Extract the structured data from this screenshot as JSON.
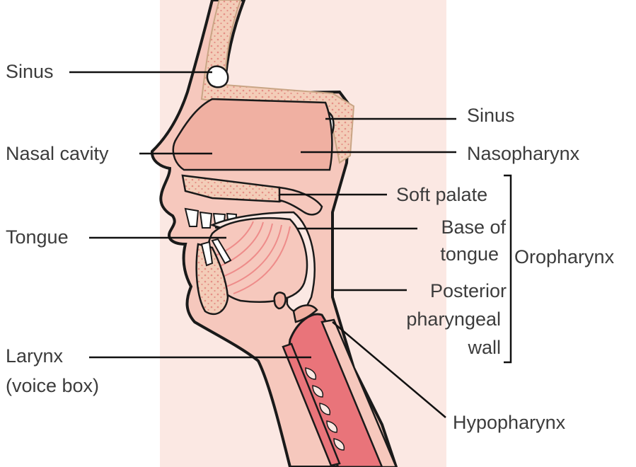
{
  "labels": {
    "sinus_left": "Sinus",
    "nasal_cavity": "Nasal cavity",
    "tongue": "Tongue",
    "larynx_line1": "Larynx",
    "larynx_line2": "(voice box)",
    "sinus_right": "Sinus",
    "nasopharynx": "Nasopharynx",
    "soft_palate": "Soft palate",
    "base_of_tongue_line1": "Base of",
    "base_of_tongue_line2": "tongue",
    "posterior_line1": "Posterior",
    "posterior_line2": "pharyngeal",
    "posterior_line3": "wall",
    "oropharynx": "Oropharynx",
    "hypopharynx": "Hypopharynx"
  },
  "colors": {
    "outline": "#1a1a1a",
    "tissue": "#f6c8bd",
    "tissue_dark": "#f0b0a2",
    "bone": "#f3cdb8",
    "bone_dots": "#e58f86",
    "panel": "#fbe8e3",
    "muscle_line": "#ee8c8a",
    "airway": "#e9747a"
  }
}
